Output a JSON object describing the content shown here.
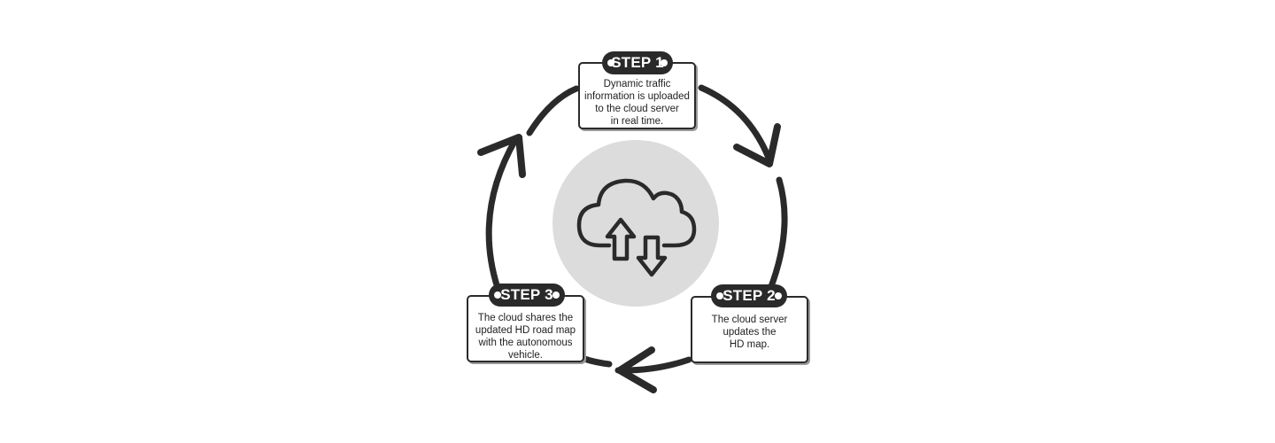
{
  "diagram": {
    "center_icon": "cloud-upload-download-icon",
    "colors": {
      "ink": "#2a2a2a",
      "disc": "#dcdcdc",
      "background": "#ffffff"
    },
    "steps": [
      {
        "tag": "STEP 1",
        "text": "Dynamic traffic\ninformation is uploaded\nto the cloud server\nin real time."
      },
      {
        "tag": "STEP 2",
        "text": "The cloud server\nupdates the\nHD map."
      },
      {
        "tag": "STEP 3",
        "text": "The cloud shares the\nupdated HD road map\nwith the autonomous\nvehicle."
      }
    ]
  }
}
